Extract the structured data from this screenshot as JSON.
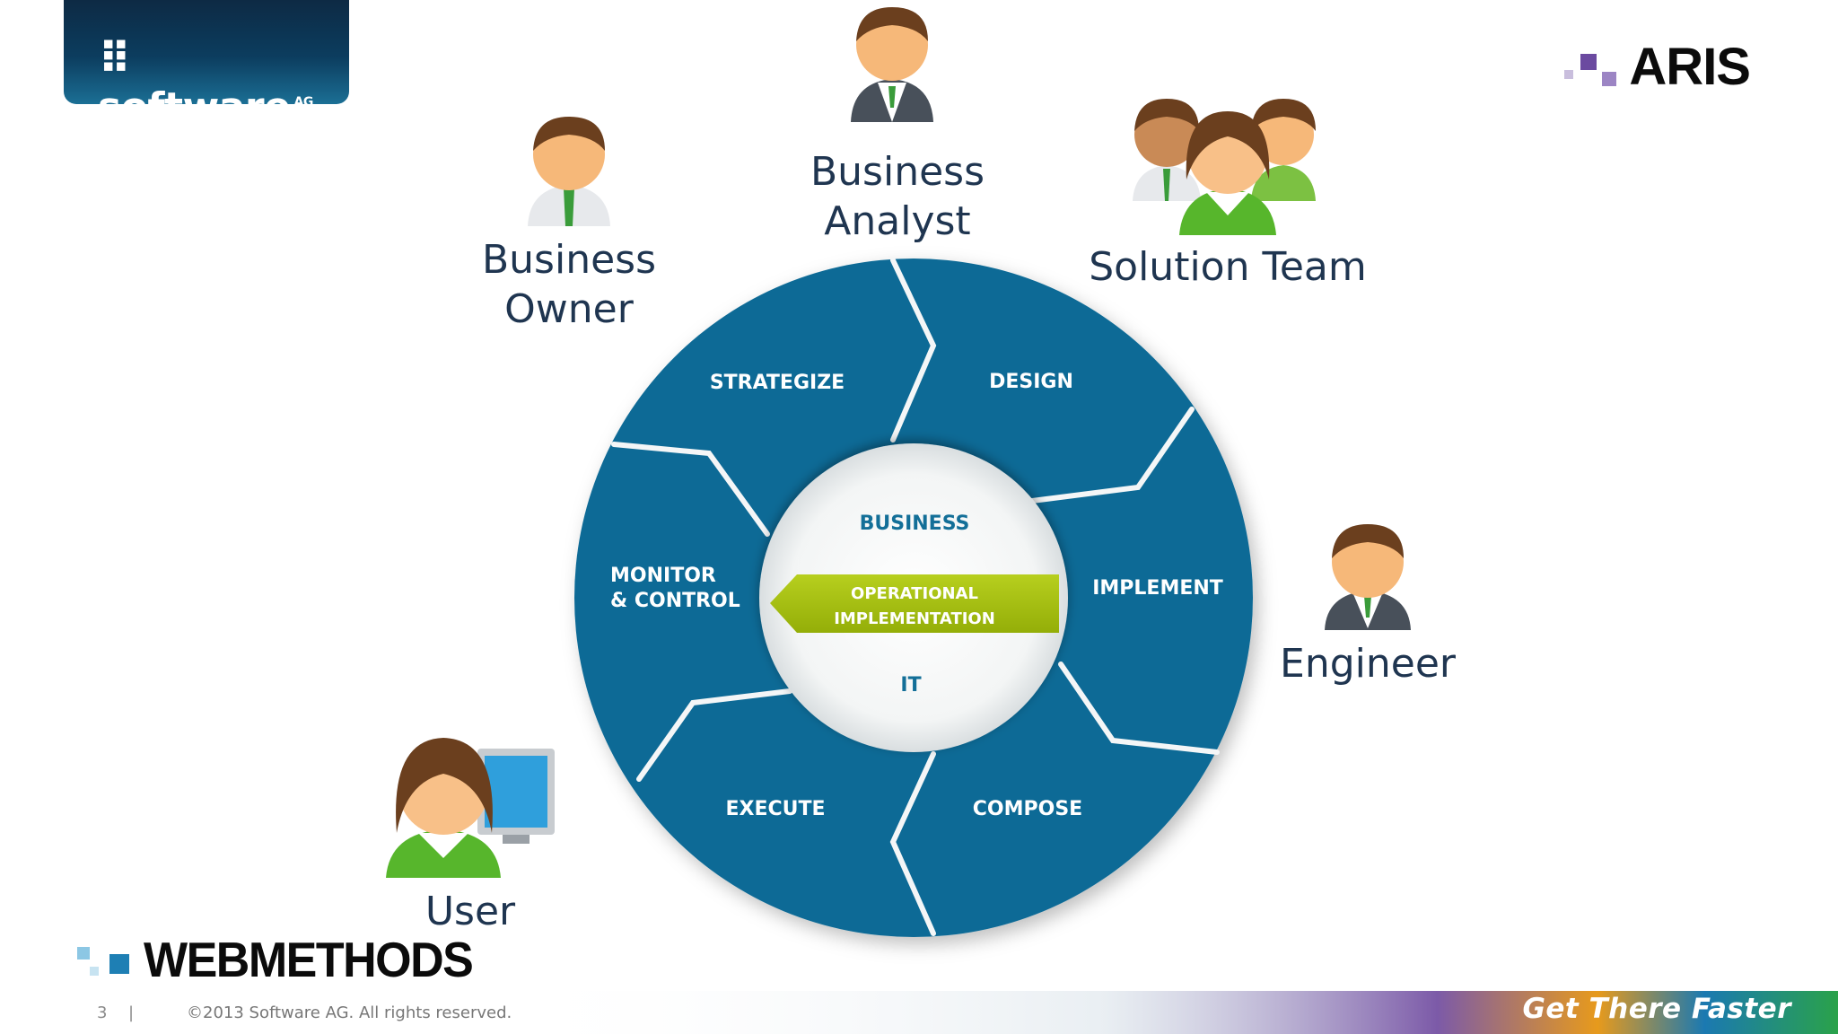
{
  "header": {
    "logo_text": "software",
    "logo_suffix": "AG",
    "brand_right": "ARIS"
  },
  "roles": {
    "business_owner": [
      "Business",
      "Owner"
    ],
    "business_analyst": [
      "Business",
      "Analyst"
    ],
    "solution_team": "Solution Team",
    "engineer": "Engineer",
    "user": "User"
  },
  "cycle": {
    "segments": [
      "STRATEGIZE",
      "DESIGN",
      "IMPLEMENT",
      "COMPOSE",
      "EXECUTE",
      "MONITOR",
      "& CONTROL"
    ],
    "center_top": "BUSINESS",
    "center_bottom": "IT",
    "arrow_lines": [
      "OPERATIONAL",
      "IMPLEMENTATION"
    ]
  },
  "footer": {
    "brand_bottom": "WEBMETHODS",
    "page_number": "3",
    "separator": "|",
    "copyright": "©2013 Software AG. All rights reserved.",
    "tagline": "Get There Faster"
  },
  "colors": {
    "ring_blue": "#0f6b96",
    "arrow_green": "#a9c30f",
    "role_text": "#1f3550",
    "header_navy": "#0c3d5f",
    "aris_purple": "#6b4aa0",
    "webmethods_blue": "#1e7fb4"
  }
}
